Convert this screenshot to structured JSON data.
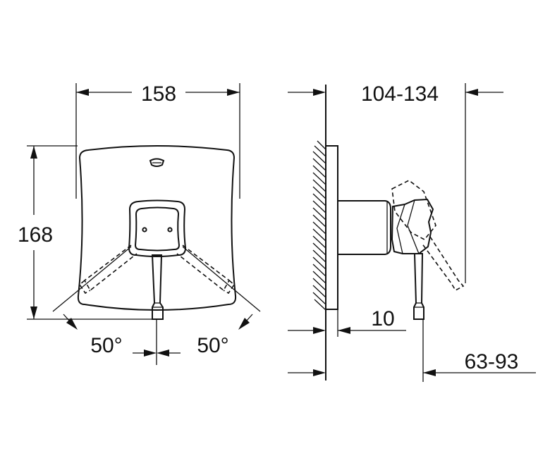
{
  "dimensions": {
    "width": "158",
    "height": "168",
    "depth": "104-134",
    "plate_offset": "10",
    "lever_offset": "63-93",
    "rotation_left": "50°",
    "rotation_right": "50°"
  }
}
